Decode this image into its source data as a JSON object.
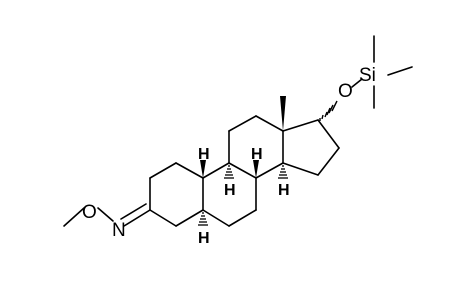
{
  "molecule": {
    "atom_labels": {
      "oxime_n": "N",
      "methoxy_o": "O",
      "silyl_o": "O",
      "silicon": "Si",
      "h_c5": "H",
      "h_c8": "H",
      "h_c9": "H",
      "h_c10": "H",
      "h_c14": "H"
    }
  }
}
